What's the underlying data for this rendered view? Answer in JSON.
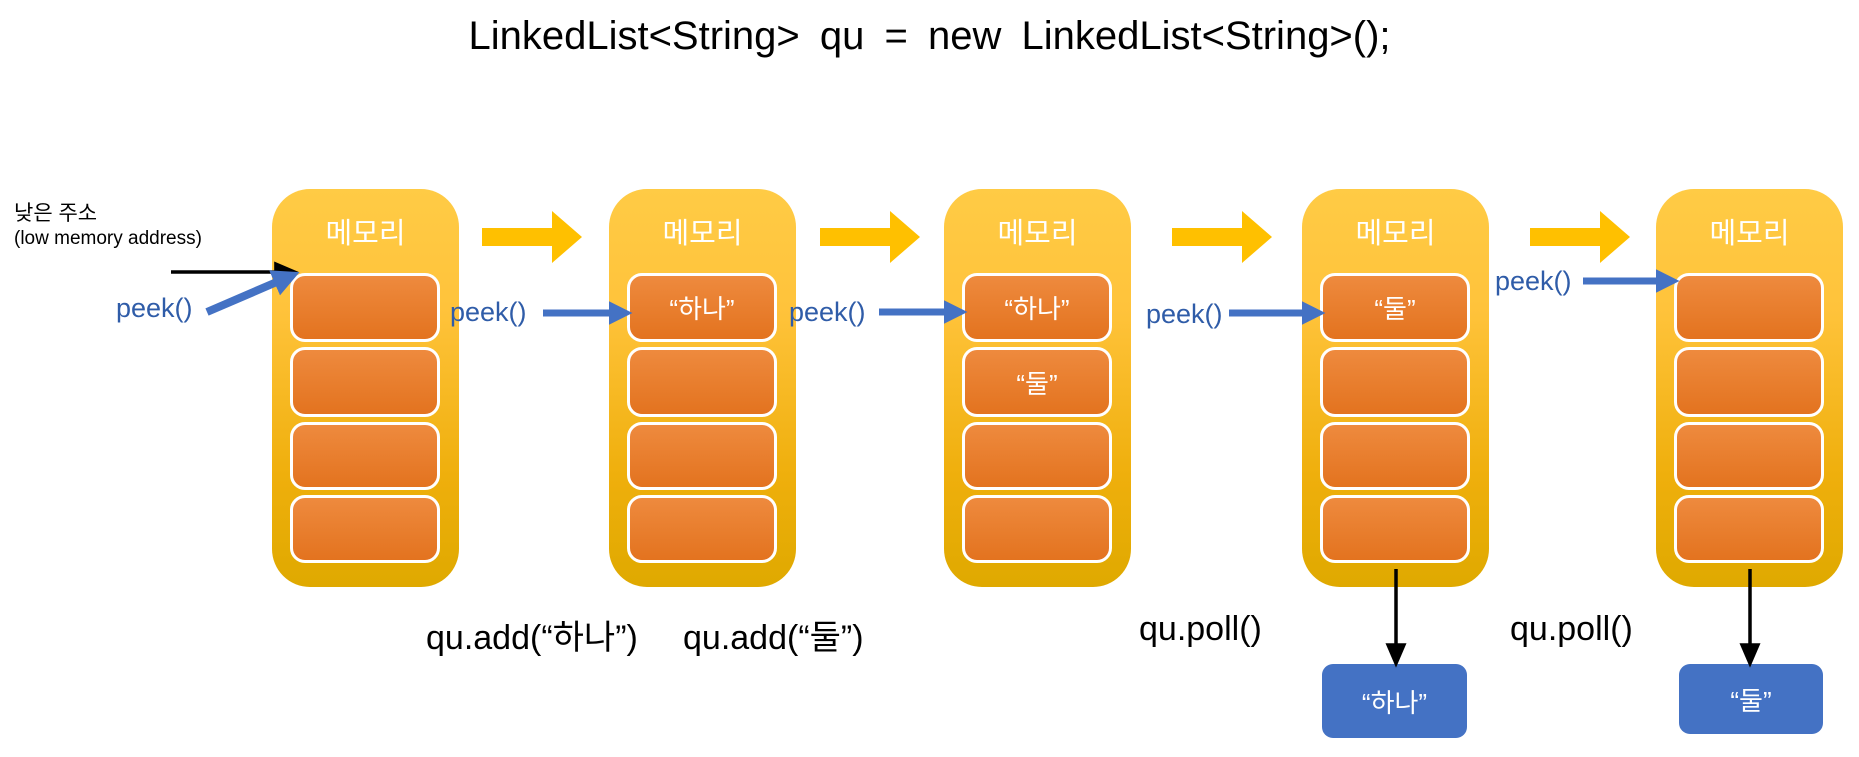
{
  "title": "LinkedList<String> qu = new LinkedList<String>();",
  "low_address": {
    "line1": "낮은 주소",
    "line2": "(low memory address)"
  },
  "peek_label": "peek()",
  "blocks": [
    {
      "title": "메모리",
      "cells": [
        "",
        "",
        "",
        ""
      ]
    },
    {
      "title": "메모리",
      "cells": [
        "“하나”",
        "",
        "",
        ""
      ]
    },
    {
      "title": "메모리",
      "cells": [
        "“하나”",
        "“둘”",
        "",
        ""
      ]
    },
    {
      "title": "메모리",
      "cells": [
        "“둘”",
        "",
        "",
        ""
      ]
    },
    {
      "title": "메모리",
      "cells": [
        "",
        "",
        "",
        ""
      ]
    }
  ],
  "operations": {
    "add1": "qu.add(“하나”)",
    "add2": "qu.add(“둘”)",
    "poll1": "qu.poll()",
    "poll2": "qu.poll()"
  },
  "results": {
    "first": "“하나”",
    "second": "“둘”"
  },
  "colors": {
    "block_gold_top": "#FFCB45",
    "block_gold_bottom": "#DFA900",
    "cell_orange_top": "#EE8A3E",
    "cell_orange_bottom": "#E3731F",
    "flow_arrow": "#FFC000",
    "blue": "#4472C4",
    "peek_text": "#2F5CA8",
    "result_blue": "#4472C4",
    "ink": "#000000"
  }
}
